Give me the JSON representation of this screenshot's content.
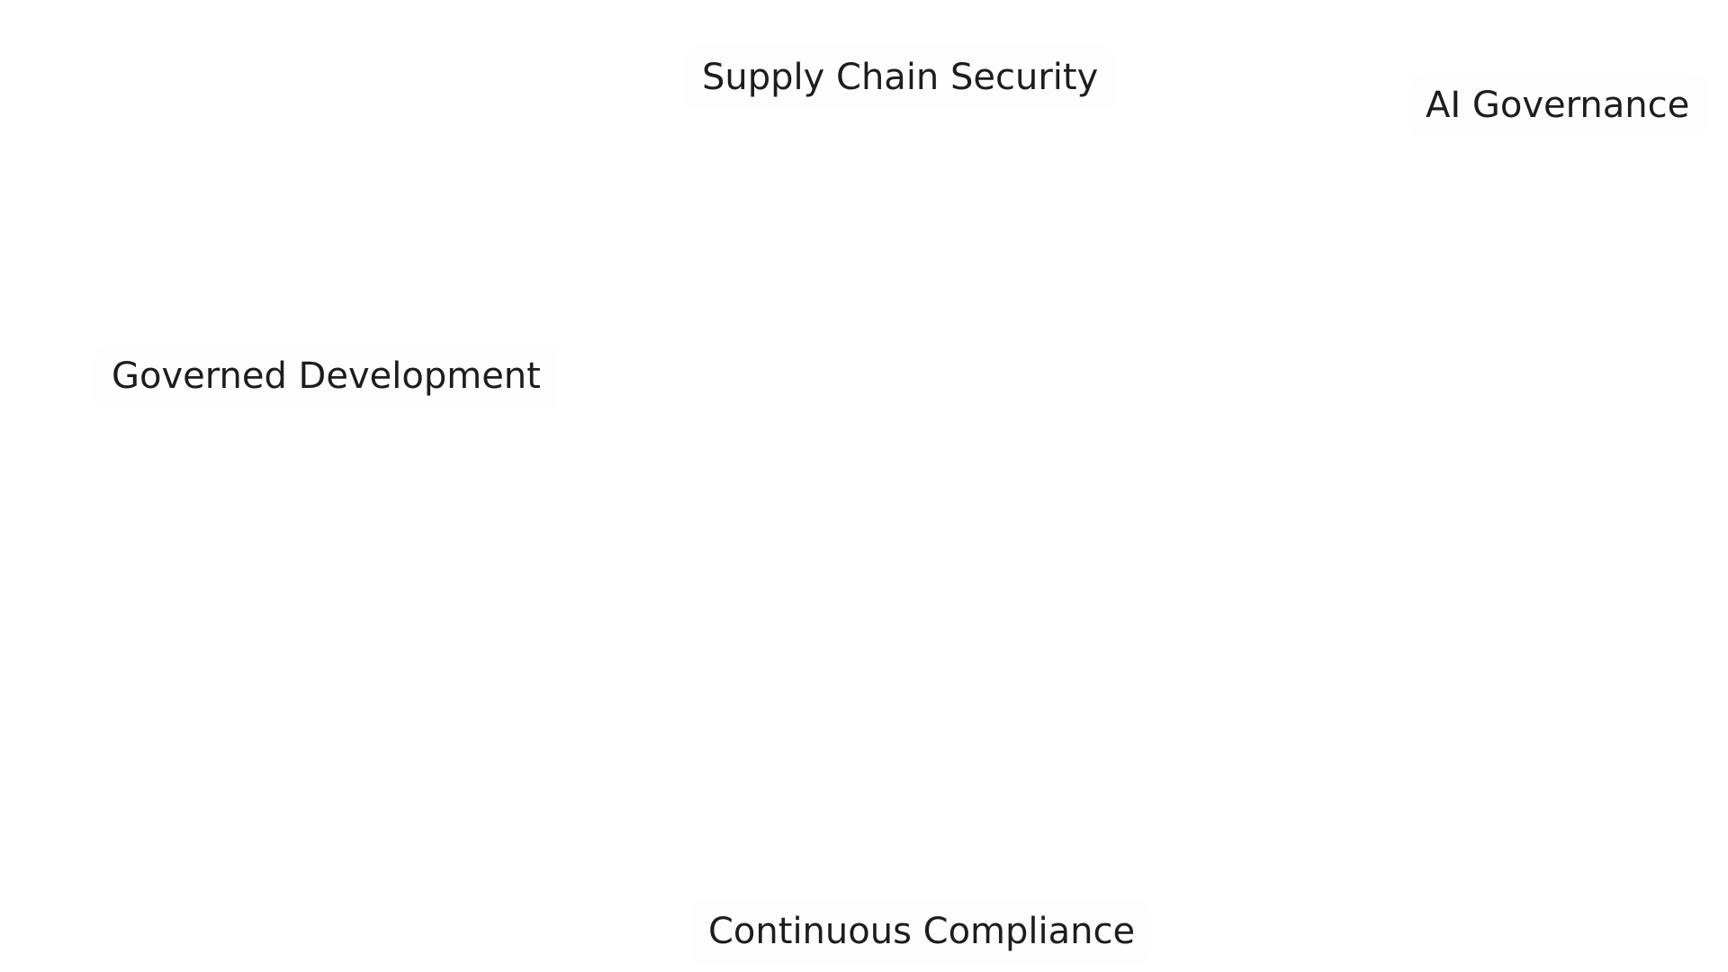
{
  "labels": {
    "supply_chain_security": "Supply Chain Security",
    "ai_governance": "AI Governance",
    "governed_development": "Governed Development",
    "continuous_compliance": "Continuous Compliance"
  },
  "colors": {
    "background": "#ffffff",
    "text": "#1d1d1f"
  }
}
